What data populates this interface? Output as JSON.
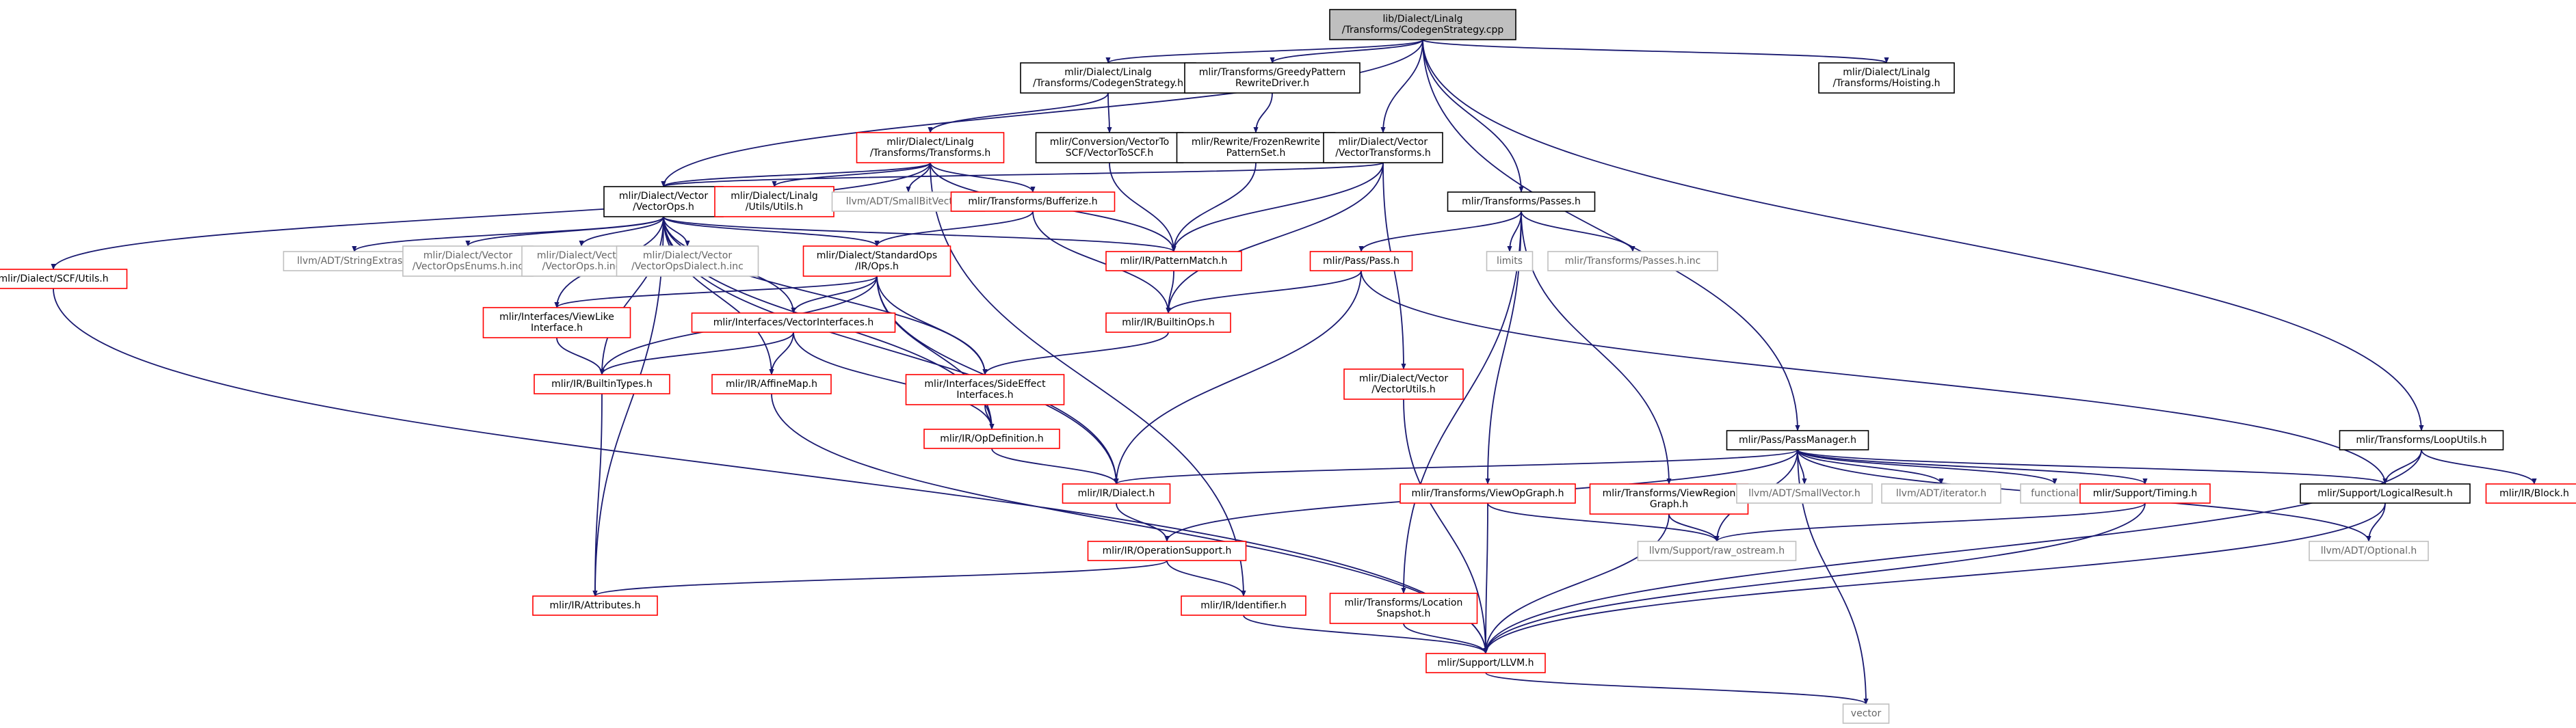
{
  "colors": {
    "edge": "#191970",
    "node_normal_border": "#000000",
    "node_link_border": "#ff0000",
    "node_external_border": "#bfbfbf",
    "root_fill": "#bfbfbf",
    "text_normal": "#000000",
    "text_external": "#666666"
  },
  "nodes": [
    {
      "id": "root",
      "lines": [
        "lib/Dialect/Linalg",
        "/Transforms/CodegenStrategy.cpp"
      ],
      "kind": "root"
    },
    {
      "id": "cs",
      "lines": [
        "mlir/Dialect/Linalg",
        "/Transforms/CodegenStrategy.h"
      ],
      "kind": "normal"
    },
    {
      "id": "gpr",
      "lines": [
        "mlir/Transforms/GreedyPattern",
        "RewriteDriver.h"
      ],
      "kind": "normal"
    },
    {
      "id": "hoist",
      "lines": [
        "mlir/Dialect/Linalg",
        "/Transforms/Hoisting.h"
      ],
      "kind": "normal"
    },
    {
      "id": "lt",
      "lines": [
        "mlir/Dialect/Linalg",
        "/Transforms/Transforms.h"
      ],
      "kind": "link"
    },
    {
      "id": "v2scf",
      "lines": [
        "mlir/Conversion/VectorTo",
        "SCF/VectorToSCF.h"
      ],
      "kind": "normal"
    },
    {
      "id": "frozen",
      "lines": [
        "mlir/Rewrite/FrozenRewrite",
        "PatternSet.h"
      ],
      "kind": "normal"
    },
    {
      "id": "vt",
      "lines": [
        "mlir/Dialect/Vector",
        "/VectorTransforms.h"
      ],
      "kind": "normal"
    },
    {
      "id": "vops",
      "lines": [
        "mlir/Dialect/Vector",
        "/VectorOps.h"
      ],
      "kind": "normal"
    },
    {
      "id": "lutils",
      "lines": [
        "mlir/Dialect/Linalg",
        "/Utils/Utils.h"
      ],
      "kind": "link"
    },
    {
      "id": "sbv",
      "lines": [
        "llvm/ADT/SmallBitVector.h"
      ],
      "kind": "ext"
    },
    {
      "id": "buf",
      "lines": [
        "mlir/Transforms/Bufferize.h"
      ],
      "kind": "link"
    },
    {
      "id": "passes",
      "lines": [
        "mlir/Transforms/Passes.h"
      ],
      "kind": "normal"
    },
    {
      "id": "scfu",
      "lines": [
        "mlir/Dialect/SCF/Utils.h"
      ],
      "kind": "link"
    },
    {
      "id": "strext",
      "lines": [
        "llvm/ADT/StringExtras.h"
      ],
      "kind": "ext"
    },
    {
      "id": "venums",
      "lines": [
        "mlir/Dialect/Vector",
        "/VectorOpsEnums.h.inc"
      ],
      "kind": "ext"
    },
    {
      "id": "vopsinc",
      "lines": [
        "mlir/Dialect/Vector",
        "/VectorOps.h.inc"
      ],
      "kind": "ext"
    },
    {
      "id": "vdialinc",
      "lines": [
        "mlir/Dialect/Vector",
        "/VectorOpsDialect.h.inc"
      ],
      "kind": "ext"
    },
    {
      "id": "stdops",
      "lines": [
        "mlir/Dialect/StandardOps",
        "/IR/Ops.h"
      ],
      "kind": "link"
    },
    {
      "id": "pm",
      "lines": [
        "mlir/IR/PatternMatch.h"
      ],
      "kind": "link"
    },
    {
      "id": "limits",
      "lines": [
        "limits"
      ],
      "kind": "ext"
    },
    {
      "id": "passesinc",
      "lines": [
        "mlir/Transforms/Passes.h.inc"
      ],
      "kind": "ext"
    },
    {
      "id": "pass",
      "lines": [
        "mlir/Pass/Pass.h"
      ],
      "kind": "link"
    },
    {
      "id": "viewlike",
      "lines": [
        "mlir/Interfaces/ViewLike",
        "Interface.h"
      ],
      "kind": "link"
    },
    {
      "id": "vecintf",
      "lines": [
        "mlir/Interfaces/VectorInterfaces.h"
      ],
      "kind": "link"
    },
    {
      "id": "builtinops",
      "lines": [
        "mlir/IR/BuiltinOps.h"
      ],
      "kind": "link"
    },
    {
      "id": "sideeff",
      "lines": [
        "mlir/Interfaces/SideEffect",
        "Interfaces.h"
      ],
      "kind": "link"
    },
    {
      "id": "vutils",
      "lines": [
        "mlir/Dialect/Vector",
        "/VectorUtils.h"
      ],
      "kind": "link"
    },
    {
      "id": "btypes",
      "lines": [
        "mlir/IR/BuiltinTypes.h"
      ],
      "kind": "link"
    },
    {
      "id": "affine",
      "lines": [
        "mlir/IR/AffineMap.h"
      ],
      "kind": "link"
    },
    {
      "id": "opdef",
      "lines": [
        "mlir/IR/OpDefinition.h"
      ],
      "kind": "link"
    },
    {
      "id": "passmgr",
      "lines": [
        "mlir/Pass/PassManager.h"
      ],
      "kind": "normal"
    },
    {
      "id": "looputils",
      "lines": [
        "mlir/Transforms/LoopUtils.h"
      ],
      "kind": "normal"
    },
    {
      "id": "dialect",
      "lines": [
        "mlir/IR/Dialect.h"
      ],
      "kind": "link"
    },
    {
      "id": "viewop",
      "lines": [
        "mlir/Transforms/ViewOpGraph.h"
      ],
      "kind": "link"
    },
    {
      "id": "viewreg",
      "lines": [
        "mlir/Transforms/ViewRegion",
        "Graph.h"
      ],
      "kind": "link"
    },
    {
      "id": "smallvec",
      "lines": [
        "llvm/ADT/SmallVector.h"
      ],
      "kind": "ext"
    },
    {
      "id": "iter",
      "lines": [
        "llvm/ADT/iterator.h"
      ],
      "kind": "ext"
    },
    {
      "id": "functional",
      "lines": [
        "functional"
      ],
      "kind": "ext"
    },
    {
      "id": "timing",
      "lines": [
        "mlir/Support/Timing.h"
      ],
      "kind": "link"
    },
    {
      "id": "logres",
      "lines": [
        "mlir/Support/LogicalResult.h"
      ],
      "kind": "normal"
    },
    {
      "id": "block",
      "lines": [
        "mlir/IR/Block.h"
      ],
      "kind": "link"
    },
    {
      "id": "opsupport",
      "lines": [
        "mlir/IR/OperationSupport.h"
      ],
      "kind": "link"
    },
    {
      "id": "rawos",
      "lines": [
        "llvm/Support/raw_ostream.h"
      ],
      "kind": "ext"
    },
    {
      "id": "optional",
      "lines": [
        "llvm/ADT/Optional.h"
      ],
      "kind": "ext"
    },
    {
      "id": "attrs",
      "lines": [
        "mlir/IR/Attributes.h"
      ],
      "kind": "link"
    },
    {
      "id": "ident",
      "lines": [
        "mlir/IR/Identifier.h"
      ],
      "kind": "link"
    },
    {
      "id": "locsnap",
      "lines": [
        "mlir/Transforms/Location",
        "Snapshot.h"
      ],
      "kind": "link"
    },
    {
      "id": "llvmh",
      "lines": [
        "mlir/Support/LLVM.h"
      ],
      "kind": "link"
    },
    {
      "id": "vector",
      "lines": [
        "vector"
      ],
      "kind": "ext"
    }
  ],
  "edges": [
    [
      "root",
      "cs"
    ],
    [
      "root",
      "gpr"
    ],
    [
      "root",
      "hoist"
    ],
    [
      "root",
      "vops"
    ],
    [
      "root",
      "vt"
    ],
    [
      "root",
      "passes"
    ],
    [
      "root",
      "passmgr"
    ],
    [
      "root",
      "looputils"
    ],
    [
      "cs",
      "lt"
    ],
    [
      "cs",
      "v2scf"
    ],
    [
      "gpr",
      "frozen"
    ],
    [
      "lt",
      "vops"
    ],
    [
      "lt",
      "lutils"
    ],
    [
      "lt",
      "sbv"
    ],
    [
      "lt",
      "buf"
    ],
    [
      "lt",
      "pm"
    ],
    [
      "lt",
      "scfu"
    ],
    [
      "lt",
      "ident"
    ],
    [
      "v2scf",
      "pm"
    ],
    [
      "frozen",
      "pm"
    ],
    [
      "vt",
      "vops"
    ],
    [
      "vt",
      "pm"
    ],
    [
      "vt",
      "builtinops"
    ],
    [
      "vt",
      "vutils"
    ],
    [
      "vops",
      "strext"
    ],
    [
      "vops",
      "venums"
    ],
    [
      "vops",
      "vopsinc"
    ],
    [
      "vops",
      "vdialinc"
    ],
    [
      "vops",
      "stdops"
    ],
    [
      "vops",
      "pm"
    ],
    [
      "vops",
      "viewlike"
    ],
    [
      "vops",
      "vecintf"
    ],
    [
      "vops",
      "btypes"
    ],
    [
      "vops",
      "affine"
    ],
    [
      "vops",
      "opdef"
    ],
    [
      "vops",
      "sideeff"
    ],
    [
      "vops",
      "dialect"
    ],
    [
      "vops",
      "attrs"
    ],
    [
      "buf",
      "stdops"
    ],
    [
      "buf",
      "builtinops"
    ],
    [
      "stdops",
      "viewlike"
    ],
    [
      "stdops",
      "vecintf"
    ],
    [
      "stdops",
      "sideeff"
    ],
    [
      "stdops",
      "btypes"
    ],
    [
      "stdops",
      "dialect"
    ],
    [
      "stdops",
      "opdef"
    ],
    [
      "pm",
      "builtinops"
    ],
    [
      "builtinops",
      "sideeff"
    ],
    [
      "passes",
      "limits"
    ],
    [
      "passes",
      "passesinc"
    ],
    [
      "passes",
      "pass"
    ],
    [
      "passes",
      "viewop"
    ],
    [
      "passes",
      "viewreg"
    ],
    [
      "passes",
      "locsnap"
    ],
    [
      "pass",
      "builtinops"
    ],
    [
      "pass",
      "dialect"
    ],
    [
      "pass",
      "logres"
    ],
    [
      "viewlike",
      "btypes"
    ],
    [
      "vecintf",
      "btypes"
    ],
    [
      "vecintf",
      "affine"
    ],
    [
      "vecintf",
      "opdef"
    ],
    [
      "sideeff",
      "opdef"
    ],
    [
      "opdef",
      "dialect"
    ],
    [
      "btypes",
      "attrs"
    ],
    [
      "affine",
      "llvmh"
    ],
    [
      "scfu",
      "llvmh"
    ],
    [
      "vutils",
      "llvmh"
    ],
    [
      "passmgr",
      "dialect"
    ],
    [
      "passmgr",
      "opsupport"
    ],
    [
      "passmgr",
      "smallvec"
    ],
    [
      "passmgr",
      "iter"
    ],
    [
      "passmgr",
      "functional"
    ],
    [
      "passmgr",
      "timing"
    ],
    [
      "passmgr",
      "logres"
    ],
    [
      "passmgr",
      "rawos"
    ],
    [
      "passmgr",
      "optional"
    ],
    [
      "passmgr",
      "vector"
    ],
    [
      "looputils",
      "logres"
    ],
    [
      "looputils",
      "block"
    ],
    [
      "looputils",
      "llvmh"
    ],
    [
      "dialect",
      "opsupport"
    ],
    [
      "opsupport",
      "attrs"
    ],
    [
      "opsupport",
      "ident"
    ],
    [
      "ident",
      "llvmh"
    ],
    [
      "viewop",
      "rawos"
    ],
    [
      "viewop",
      "llvmh"
    ],
    [
      "viewreg",
      "rawos"
    ],
    [
      "viewreg",
      "llvmh"
    ],
    [
      "timing",
      "rawos"
    ],
    [
      "timing",
      "llvmh"
    ],
    [
      "logres",
      "optional"
    ],
    [
      "logres",
      "llvmh"
    ],
    [
      "locsnap",
      "llvmh"
    ],
    [
      "llvmh",
      "vector"
    ]
  ]
}
